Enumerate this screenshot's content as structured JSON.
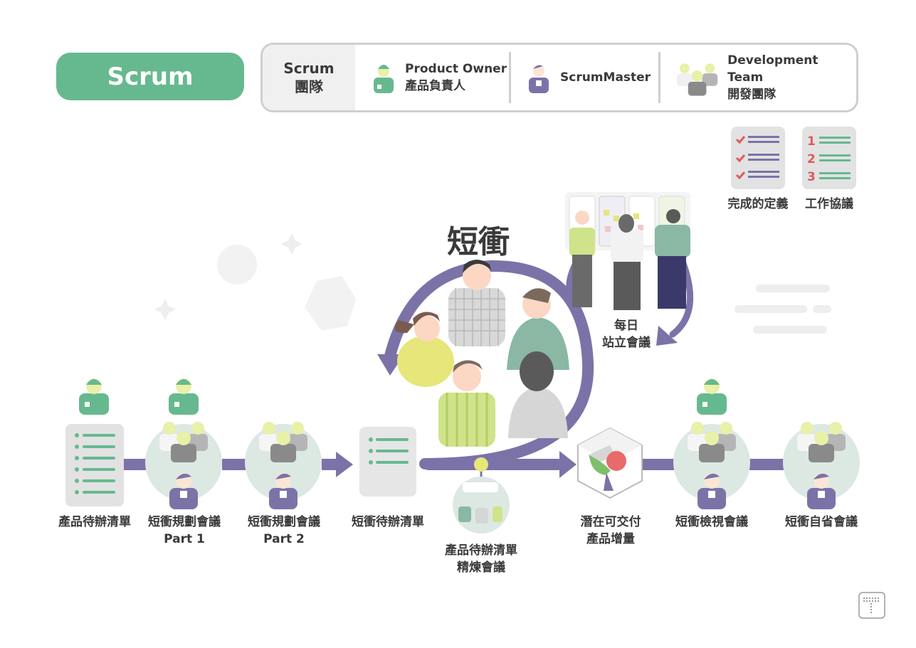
{
  "title": "Scrum",
  "legend": {
    "head_line1": "Scrum",
    "head_line2": "團隊",
    "roles": [
      {
        "en": "Product Owner",
        "zh": "產品負責人",
        "icon": "product-owner-icon"
      },
      {
        "en": "ScrumMaster",
        "zh": "",
        "icon": "scrum-master-icon"
      },
      {
        "en": "Development Team",
        "zh": "開發團隊",
        "icon": "development-team-icon"
      }
    ]
  },
  "artifacts": {
    "done": {
      "label": "完成的定義",
      "numbers": []
    },
    "agreement": {
      "label": "工作協議",
      "numbers": [
        "1",
        "2",
        "3"
      ]
    }
  },
  "sprint": {
    "title": "短衝",
    "daily_line1": "每日",
    "daily_line2": "站立會議"
  },
  "flow": [
    {
      "line1": "產品待辦清單",
      "line2": ""
    },
    {
      "line1": "短衝規劃會議",
      "line2": "Part 1"
    },
    {
      "line1": "短衝規劃會議",
      "line2": "Part 2"
    },
    {
      "line1": "短衝待辦清單",
      "line2": ""
    },
    {
      "line1": "產品待辦清單",
      "line2": "精煉會議"
    },
    {
      "line1": "潛在可交付",
      "line2": "產品增量"
    },
    {
      "line1": "短衝檢視會議",
      "line2": ""
    },
    {
      "line1": "短衝自省會議",
      "line2": ""
    }
  ],
  "colors": {
    "green": "#66b98f",
    "purple": "#7b73a8",
    "gray": "#8a8a8a",
    "light_bg": "#dce8e2"
  }
}
